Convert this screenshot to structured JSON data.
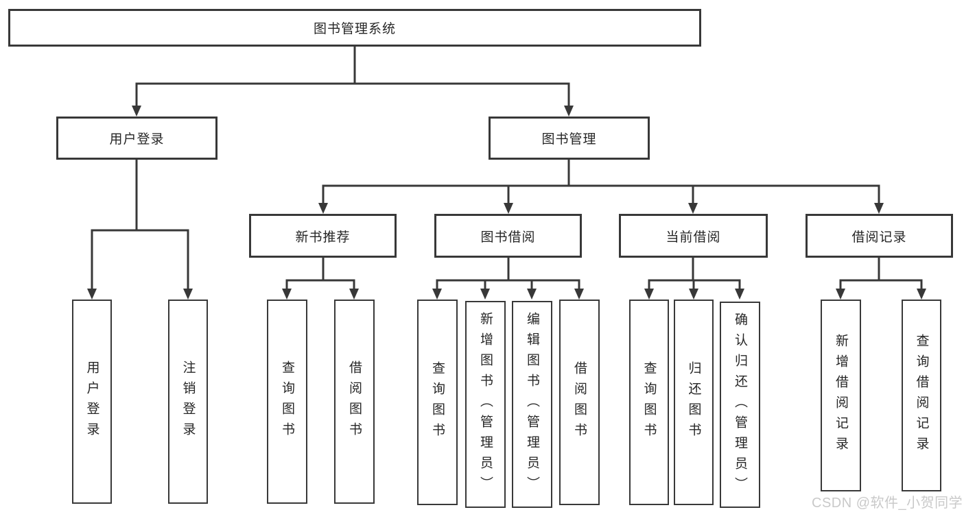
{
  "diagram": {
    "root": {
      "label": "图书管理系统"
    },
    "level2": {
      "user_login": {
        "label": "用户登录"
      },
      "book_mgmt": {
        "label": "图书管理"
      }
    },
    "level3": {
      "new_book_rec": {
        "label": "新书推荐"
      },
      "book_borrow": {
        "label": "图书借阅"
      },
      "current_borrow": {
        "label": "当前借阅"
      },
      "borrow_record": {
        "label": "借阅记录"
      }
    },
    "leaves": {
      "user_login": {
        "label": "用户登录"
      },
      "logout": {
        "label": "注销登录"
      },
      "rec_query_book": {
        "label": "查询图书"
      },
      "rec_borrow_book": {
        "label": "借阅图书"
      },
      "bor_query_book": {
        "label": "查询图书"
      },
      "bor_add_book": {
        "label": "新增图书（管理员）"
      },
      "bor_edit_book": {
        "label": "编辑图书（管理员）"
      },
      "bor_borrow_book": {
        "label": "借阅图书"
      },
      "cur_query_book": {
        "label": "查询图书"
      },
      "cur_return_book": {
        "label": "归还图书"
      },
      "cur_confirm_return": {
        "label": "确认归还（管理员）"
      },
      "log_add_record": {
        "label": "新增借阅记录"
      },
      "log_query_record": {
        "label": "查询借阅记录"
      }
    },
    "hierarchy_note": "图书管理系统 > [用户登录(用户登录,注销登录), 图书管理(新书推荐(查询图书,借阅图书), 图书借阅(查询图书,新增图书（管理员）,编辑图书（管理员）,借阅图书), 当前借阅(查询图书,归还图书,确认归还（管理员）), 借阅记录(新增借阅记录,查询借阅记录))]"
  },
  "watermark": {
    "text": "CSDN @软件_小贺同学"
  },
  "colors": {
    "line": "#383838",
    "box_border": "#383838",
    "text": "#262626",
    "background": "#ffffff",
    "watermark": "#c9c9c9"
  }
}
